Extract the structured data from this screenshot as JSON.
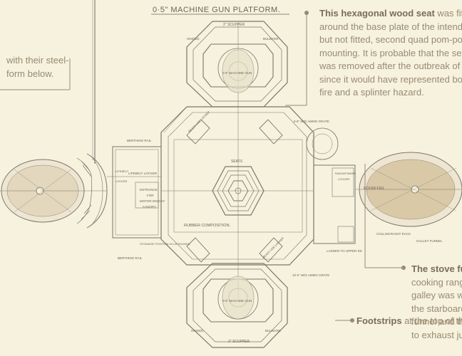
{
  "drawing": {
    "title": "0·5\" MACHINE GUN PLATFORM.",
    "labels": {
      "seats": "SEATS",
      "rubber": "RUBBER COMPOSITION.",
      "scupper_top": "2\" SCUPPER",
      "scupper_bottom": "2\" SCUPPER",
      "hinged_top": "HINGED",
      "hinged_bottom": "HINGED",
      "bulwark_top": "BULWARK",
      "bulwark_bottom": "BULWARK",
      "mg_top": "0·5\" MACHINE GUN",
      "mg_bottom": "0·5\" MACHINE GUN",
      "ready_top": "READY USE LOCKER",
      "ready_bottom": "READY USE LOCKER",
      "grate_top": "9·5\" W/G AMMO GRATE",
      "grate_bottom": "10·5\" W/G AMMO GRATE",
      "berthing_top": "BERTHING RAIL",
      "berthing_bottom": "BERTHING RAIL",
      "lifebelt": "LIFEBELT LOCKER",
      "lifebelt_l": "LIFEBELT",
      "locker": "LOCKER",
      "entrance": "ENTRANCE",
      "fwd": "FOR",
      "motor": "MOTOR DINGHY",
      "canopy": "CANOPY",
      "stowage": "STOWAGE POSITION 40 LB ROUNDS",
      "rangefinder": "RANGEFINDER",
      "locker_r": "LOCKER",
      "collision": "COLLISION MAT RACK",
      "galley": "GALLEY FUNNEL",
      "ladder": "LADDER TO UPPER DK",
      "boom": "BOOM FIEL"
    }
  },
  "annotations": {
    "left": {
      "lines": [
        "with their steel-",
        "form below."
      ]
    },
    "seat": {
      "heading": "This hexagonal wood seat",
      "lines": [
        " was fitt",
        "around the base plate of the intended",
        "but not fitted, second quad pom-pom",
        "mounting. It is probable that the seat",
        "was removed after the outbreak of w",
        "since it would have represented both",
        "fire and a splinter hazard."
      ]
    },
    "stove": {
      "heading": "The stove fu",
      "lines": [
        "cooking rang",
        "galley was w",
        "the starboard",
        "funnel and th",
        "to exhaust ju"
      ]
    },
    "footstrips": {
      "heading": "Footstrips",
      "rest": " at the top of th"
    }
  }
}
